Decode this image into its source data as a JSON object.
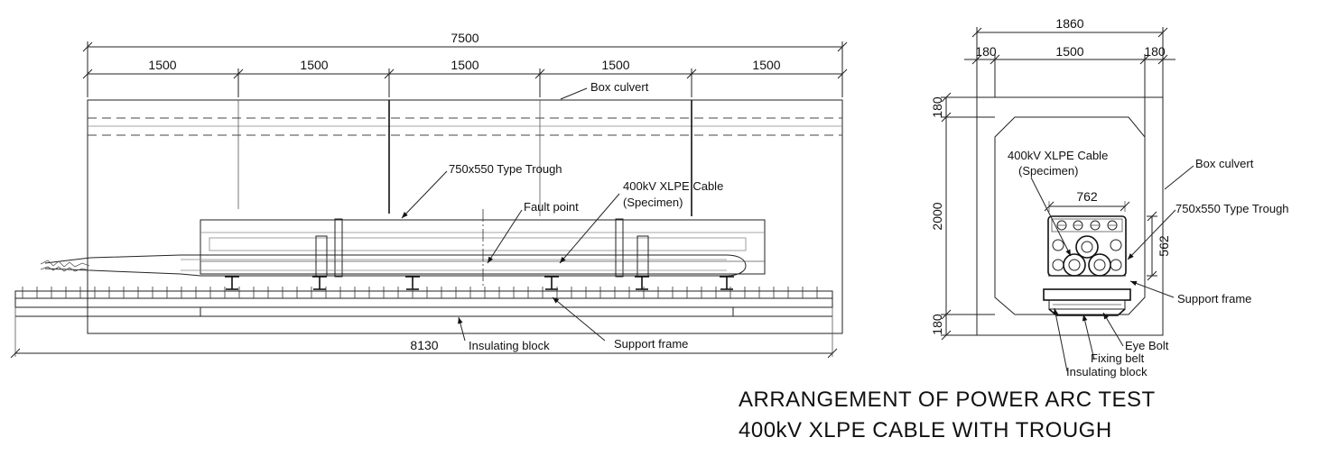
{
  "side_view": {
    "overall_dim": "7500",
    "segment_dims": [
      "1500",
      "1500",
      "1500",
      "1500",
      "1500"
    ],
    "rail_length_dim": "8130",
    "labels": {
      "box_culvert": "Box culvert",
      "trough": "750x550 Type Trough",
      "fault_point": "Fault point",
      "cable_line1": "400kV XLPE Cable",
      "cable_line2": "(Specimen)",
      "insulating_block": "Insulating block",
      "support_frame": "Support frame"
    }
  },
  "cross_section": {
    "width_dim": "1860",
    "left_wall_dim": "180",
    "inner_width_dim": "1500",
    "right_wall_dim": "180",
    "top_wall_dim": "180",
    "height_dim": "2000",
    "bottom_wall_dim": "180",
    "trough_width_dim": "762",
    "trough_height_dim": "562",
    "labels": {
      "cable_line1": "400kV XLPE Cable",
      "cable_line2": "(Specimen)",
      "box_culvert": "Box culvert",
      "trough": "750x550 Type Trough",
      "support_frame": "Support frame",
      "eye_bolt": "Eye Bolt",
      "fixing_belt": "Fixing belt",
      "insulating_block": "Insulating block"
    }
  },
  "title": {
    "line1": "ARRANGEMENT OF POWER ARC TEST",
    "line2": "400kV XLPE CABLE WITH TROUGH"
  }
}
